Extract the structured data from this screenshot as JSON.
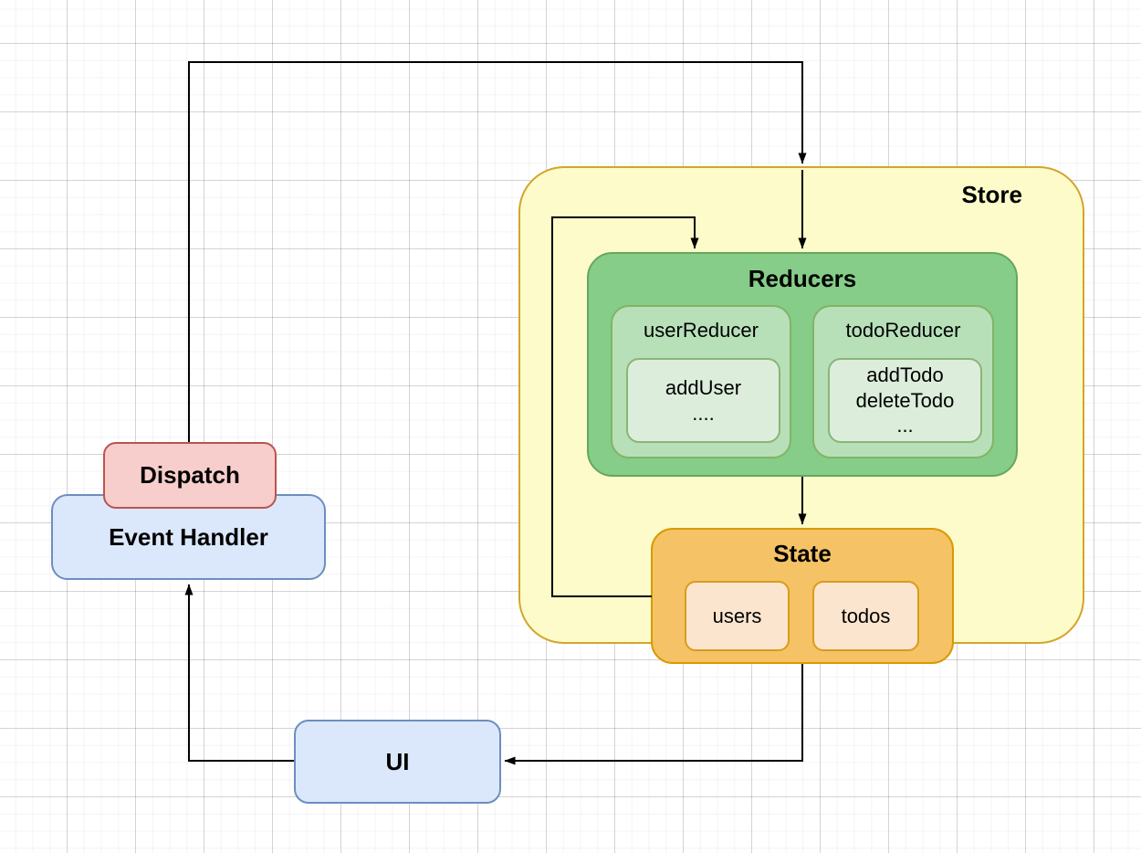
{
  "diagram": {
    "nodes": {
      "store": {
        "label": "Store"
      },
      "reducers": {
        "label": "Reducers"
      },
      "userReducer": {
        "title": "userReducer",
        "actions": [
          "addUser",
          "...."
        ]
      },
      "todoReducer": {
        "title": "todoReducer",
        "actions": [
          "addTodo",
          "deleteTodo",
          "..."
        ]
      },
      "state": {
        "label": "State"
      },
      "users": {
        "label": "users"
      },
      "todos": {
        "label": "todos"
      },
      "dispatch": {
        "label": "Dispatch"
      },
      "eventHandler": {
        "label": "Event Handler"
      },
      "ui": {
        "label": "UI"
      }
    },
    "edges": [
      {
        "from": "Dispatch",
        "to": "Reducers",
        "note": "enters Store from top"
      },
      {
        "from": "State",
        "to": "Reducers",
        "note": "feedback loop inside Store"
      },
      {
        "from": "Reducers",
        "to": "State"
      },
      {
        "from": "State",
        "to": "UI"
      },
      {
        "from": "UI",
        "to": "Event Handler"
      }
    ],
    "colors": {
      "store_fill": "#FCFBC9",
      "store_border": "#D4A42C",
      "reducers_fill": "#85CD88",
      "reducers_border": "#67A65F",
      "sub_reducer_fill": "#B7E0B9",
      "sub_reducer_border": "#82B366",
      "action_fill": "#DCEEDB",
      "action_border": "#8AB575",
      "state_fill": "#F5C266",
      "state_border": "#D79B00",
      "state_item_fill": "#FBE5CE",
      "state_item_border": "#D89C1B",
      "dispatch_fill": "#F8CECC",
      "dispatch_border": "#B8544F",
      "blue_fill": "#DBE8FB",
      "blue_border": "#6C8EBF",
      "connector": "#000000"
    }
  }
}
